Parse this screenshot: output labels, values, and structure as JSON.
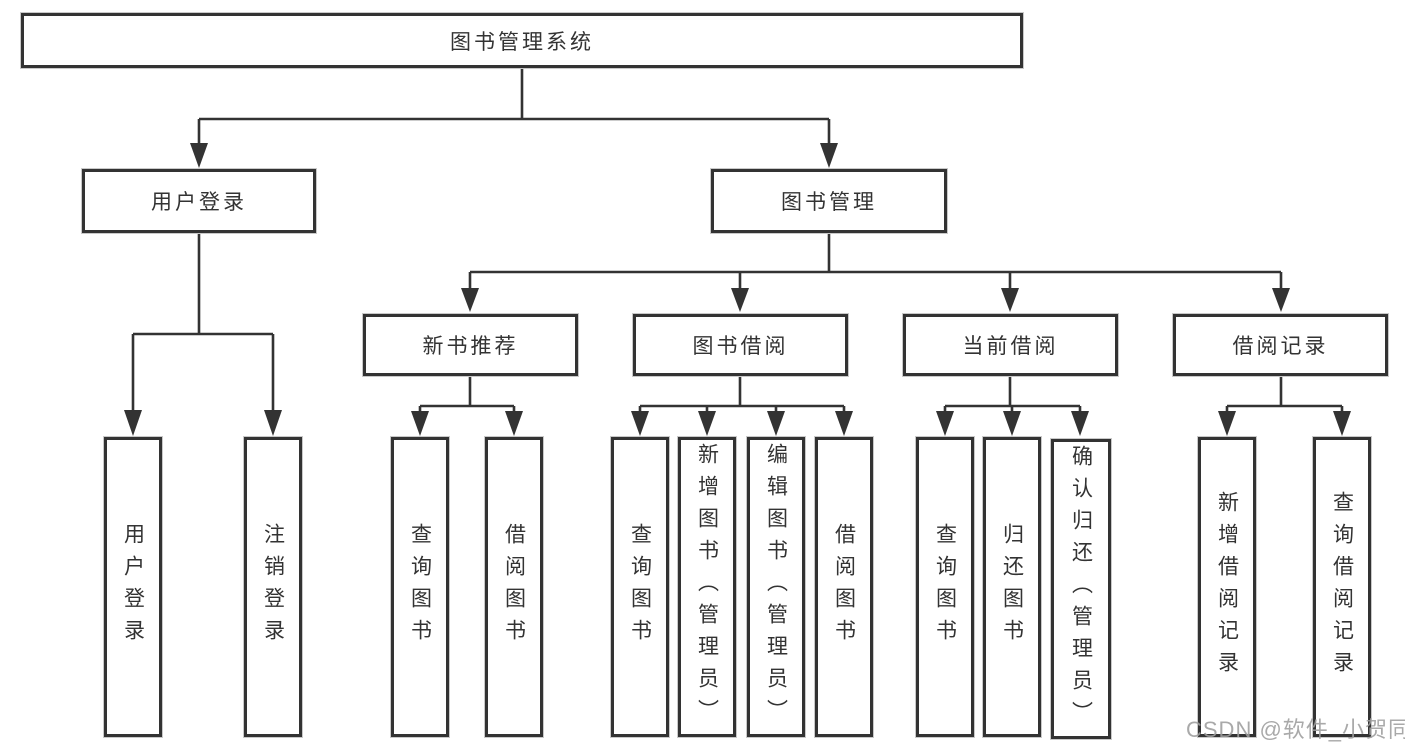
{
  "diagram": {
    "root": {
      "label": "图书管理系统"
    },
    "level2": [
      {
        "label": "用户登录"
      },
      {
        "label": "图书管理"
      }
    ],
    "level3": [
      {
        "label": "新书推荐"
      },
      {
        "label": "图书借阅"
      },
      {
        "label": "当前借阅"
      },
      {
        "label": "借阅记录"
      }
    ],
    "leaves": {
      "user_login": [
        "用户登录",
        "注销登录"
      ],
      "new_book": [
        "查询图书",
        "借阅图书"
      ],
      "book_borrow": [
        "查询图书",
        "新增图书（管理员）",
        "编辑图书（管理员）",
        "借阅图书"
      ],
      "current_borrow": [
        "查询图书",
        "归还图书",
        "确认归还（管理员）"
      ],
      "borrow_record": [
        "新增借阅记录",
        "查询借阅记录"
      ]
    }
  },
  "watermark": {
    "text": "CSDN @软件_小贺同学"
  },
  "colors": {
    "line": "#333333",
    "text": "#333333",
    "box_bg": "#ffffff",
    "bg": "#ffffff",
    "watermark": "#9e9e9e"
  }
}
